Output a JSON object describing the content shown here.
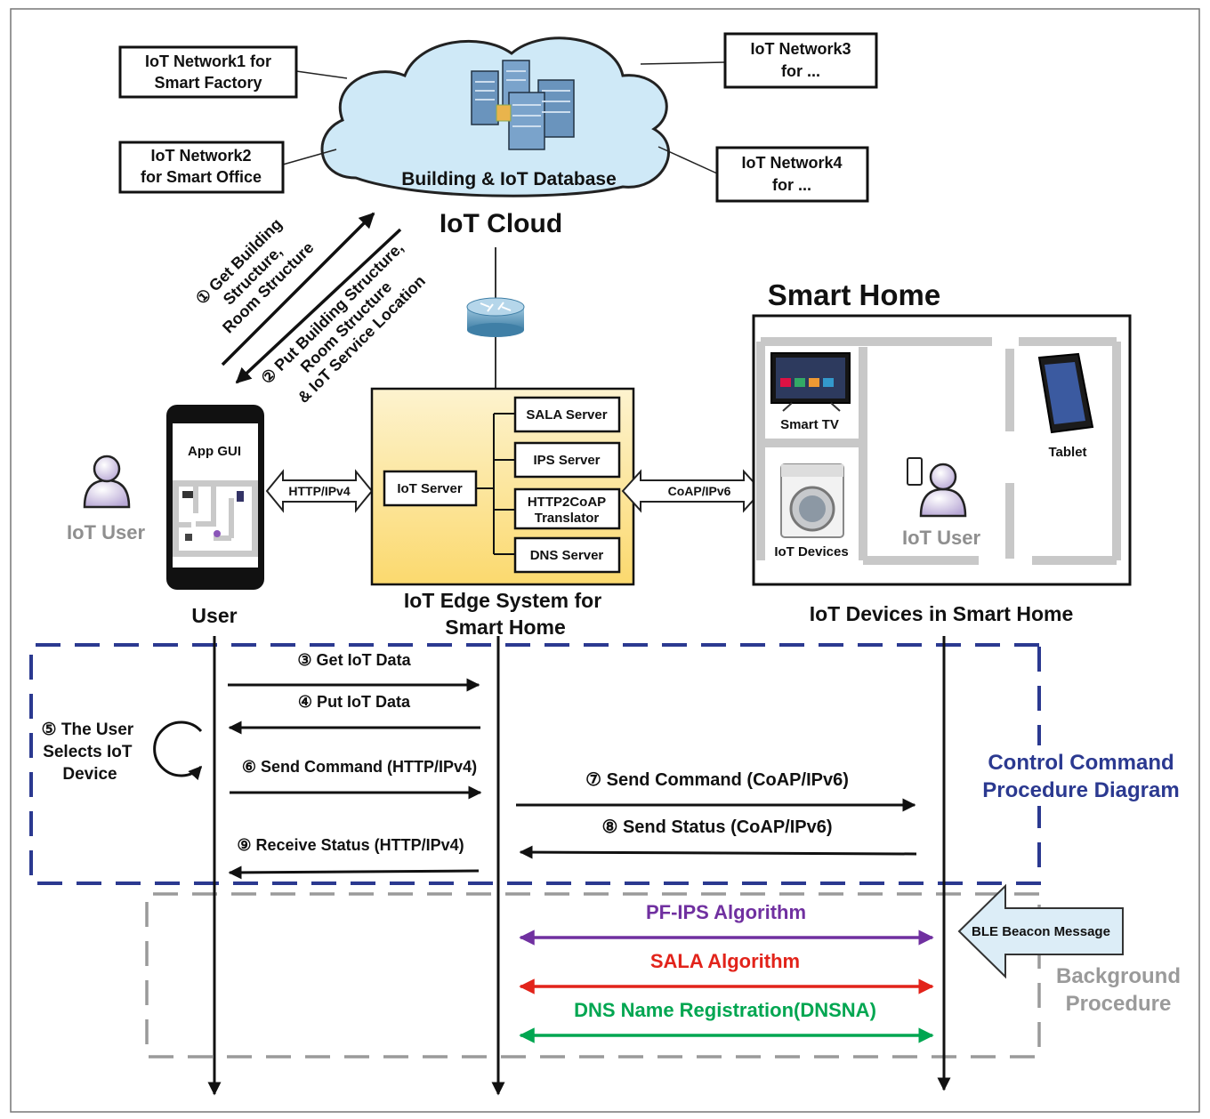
{
  "cloud": {
    "database_label": "Building & IoT Database",
    "title": "IoT Cloud"
  },
  "networks": {
    "n1": [
      "IoT Network1 for",
      "Smart Factory"
    ],
    "n2": [
      "IoT Network2",
      "for Smart Office"
    ],
    "n3": [
      "IoT Network3",
      "for ..."
    ],
    "n4": [
      "IoT Network4",
      "for ..."
    ]
  },
  "cloud_steps": {
    "get": [
      "① Get Building",
      "Structure,",
      "Room Structure"
    ],
    "put": [
      "② Put Building Structure,",
      "Room Structure",
      "& IoT Service Location"
    ]
  },
  "user": {
    "app_gui": "App GUI",
    "iot_user": "IoT User",
    "label": "User"
  },
  "links": {
    "http": "HTTP/IPv4",
    "coap": "CoAP/IPv6"
  },
  "edge": {
    "iot_server": "IoT Server",
    "servers": [
      "SALA Server",
      "IPS Server",
      "HTTP2CoAP",
      "Translator",
      "DNS Server"
    ],
    "title": [
      "IoT Edge System for",
      "Smart Home"
    ]
  },
  "home": {
    "title": "Smart Home",
    "smart_tv": "Smart TV",
    "tablet": "Tablet",
    "iot_devices": "IoT Devices",
    "iot_user": "IoT User",
    "caption": "IoT Devices in Smart Home"
  },
  "control": {
    "title": [
      "Control Command",
      "Procedure Diagram"
    ],
    "self_step": [
      "⑤ The User",
      "Selects IoT",
      "Device"
    ],
    "messages": [
      "③ Get IoT Data",
      "④ Put IoT Data",
      "⑥ Send Command (HTTP/IPv4)",
      "⑦ Send Command (CoAP/IPv6)",
      "⑧ Send Status (CoAP/IPv6)",
      "⑨ Receive Status (HTTP/IPv4)"
    ]
  },
  "background": {
    "title": [
      "Background",
      "Procedure"
    ],
    "beacon": "BLE Beacon Message",
    "algorithms": [
      "PF-IPS Algorithm",
      "SALA Algorithm",
      "DNS Name Registration(DNSNA)"
    ]
  },
  "colors": {
    "control_border": "#2b3990",
    "background_border": "#9a9a9a",
    "pf_ips": "#7030a0",
    "sala": "#e2231a",
    "dnsna": "#00a651",
    "edge_fill": "#fde9a8",
    "cloud_fill": "#cfe9f7",
    "beacon_fill": "#dcedf7"
  }
}
